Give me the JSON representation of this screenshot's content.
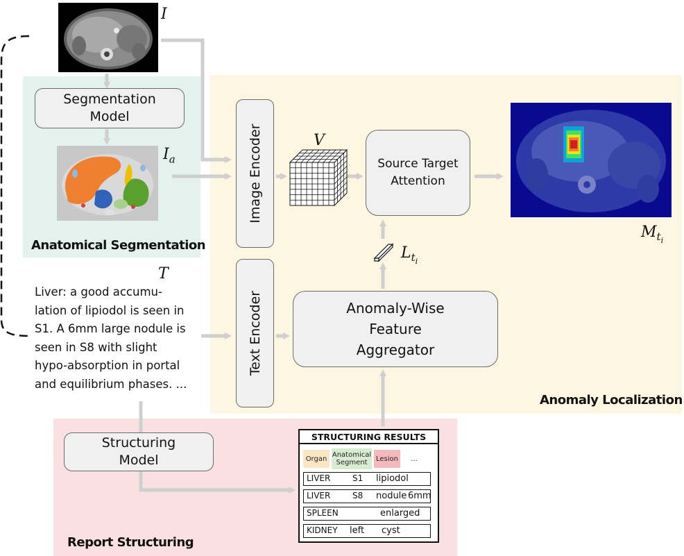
{
  "regions": {
    "segmentation": {
      "label": "Anatomical Segmentation",
      "color": "#e4f2ee"
    },
    "localization": {
      "label": "Anomaly Localization",
      "color": "#fdf6e0"
    },
    "structuring": {
      "label": "Report Structuring",
      "color": "#fbe0e1"
    }
  },
  "symbols": {
    "image": "I",
    "seg_image": "I",
    "seg_image_sub": "a",
    "feature": "V",
    "text": "T",
    "query": "L",
    "query_sub": "t",
    "query_sub2": "i",
    "map": "M",
    "map_sub": "t",
    "map_sub2": "i"
  },
  "boxes": {
    "segmentation_model": "Segmentation Model",
    "image_encoder": "Image Encoder",
    "text_encoder": "Text Encoder",
    "source_target_attention": "Source Target Attention",
    "anomaly_wise_aggregator": "Anomaly-Wise Feature Aggregator",
    "structuring_model": "Structuring Model"
  },
  "report_lines": [
    "Liver: a good accumu-",
    "lation of lipiodol is seen in",
    "S1. A 6mm large nodule is",
    "seen in S8 with slight",
    "hypo-absorption in portal",
    "and equilibrium phases. ..."
  ],
  "structuring_results": {
    "title": "STRUCTURING RESULTS",
    "categories": [
      {
        "label": "Organ",
        "color": "#fbe6c4"
      },
      {
        "label": "Anatomical Segment",
        "color": "#d8ecd2"
      },
      {
        "label": "Lesion",
        "color": "#f5b8bd"
      },
      {
        "label": "...",
        "color": "none"
      }
    ],
    "rows": [
      {
        "organ": "LIVER",
        "segment": "S1",
        "lesion": "lipiodol",
        "size": ""
      },
      {
        "organ": "LIVER",
        "segment": "S8",
        "lesion": "nodule",
        "size": "6mm"
      },
      {
        "organ": "SPLEEN",
        "segment": "",
        "lesion": "enlarged",
        "size": ""
      },
      {
        "organ": "KIDNEY",
        "segment": "left",
        "lesion": "cyst",
        "size": ""
      }
    ]
  },
  "colors": {
    "arrow": "#cfcfcf",
    "box_fill": "#f0f0f0",
    "box_border": "#6b6b6b"
  }
}
